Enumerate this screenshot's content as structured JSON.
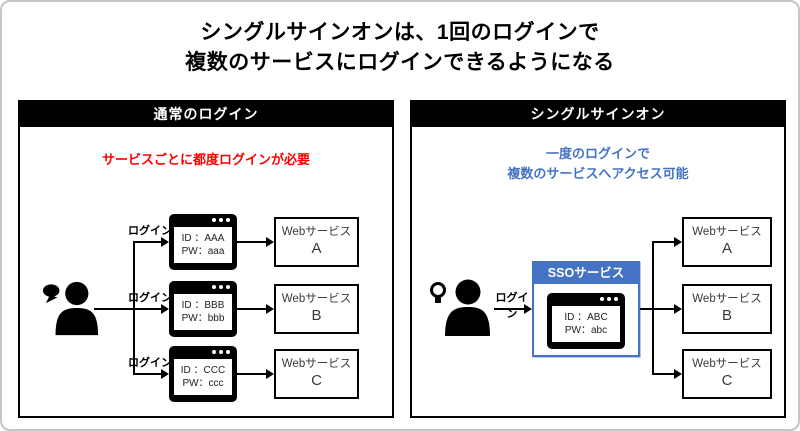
{
  "title": {
    "line1": "シングルサインオンは、1回のログインで",
    "line2": "複数のサービスにログインできるようになる"
  },
  "colors": {
    "accent_blue": "#4472C4",
    "warning_red": "#FF0000",
    "panel_header_bg": "#000000",
    "canvas_border": "#C6C6C6"
  },
  "icons": {
    "left_user": "user-with-speech-bubble",
    "right_user": "user-with-lightbulb",
    "window_dots": "window-menu-dots"
  },
  "left": {
    "header": "通常のログイン",
    "note": "サービスごとに都度ログインが必要",
    "login_label": "ログイン",
    "rows": [
      {
        "id": "ID ：AAA",
        "pw": "PW：aaa",
        "service_line1": "Webサービス",
        "service_line2": "A"
      },
      {
        "id": "ID ：BBB",
        "pw": "PW：bbb",
        "service_line1": "Webサービス",
        "service_line2": "B"
      },
      {
        "id": "ID ：CCC",
        "pw": "PW：ccc",
        "service_line1": "Webサービス",
        "service_line2": "C"
      }
    ]
  },
  "right": {
    "header": "シングルサインオン",
    "note_line1": "一度のログインで",
    "note_line2": "複数のサービスへアクセス可能",
    "login_label": "ログイン",
    "sso": {
      "title": "SSOサービス",
      "id": "ID ：ABC",
      "pw": "PW：abc"
    },
    "services": [
      {
        "line1": "Webサービス",
        "line2": "A"
      },
      {
        "line1": "Webサービス",
        "line2": "B"
      },
      {
        "line1": "Webサービス",
        "line2": "C"
      }
    ]
  }
}
